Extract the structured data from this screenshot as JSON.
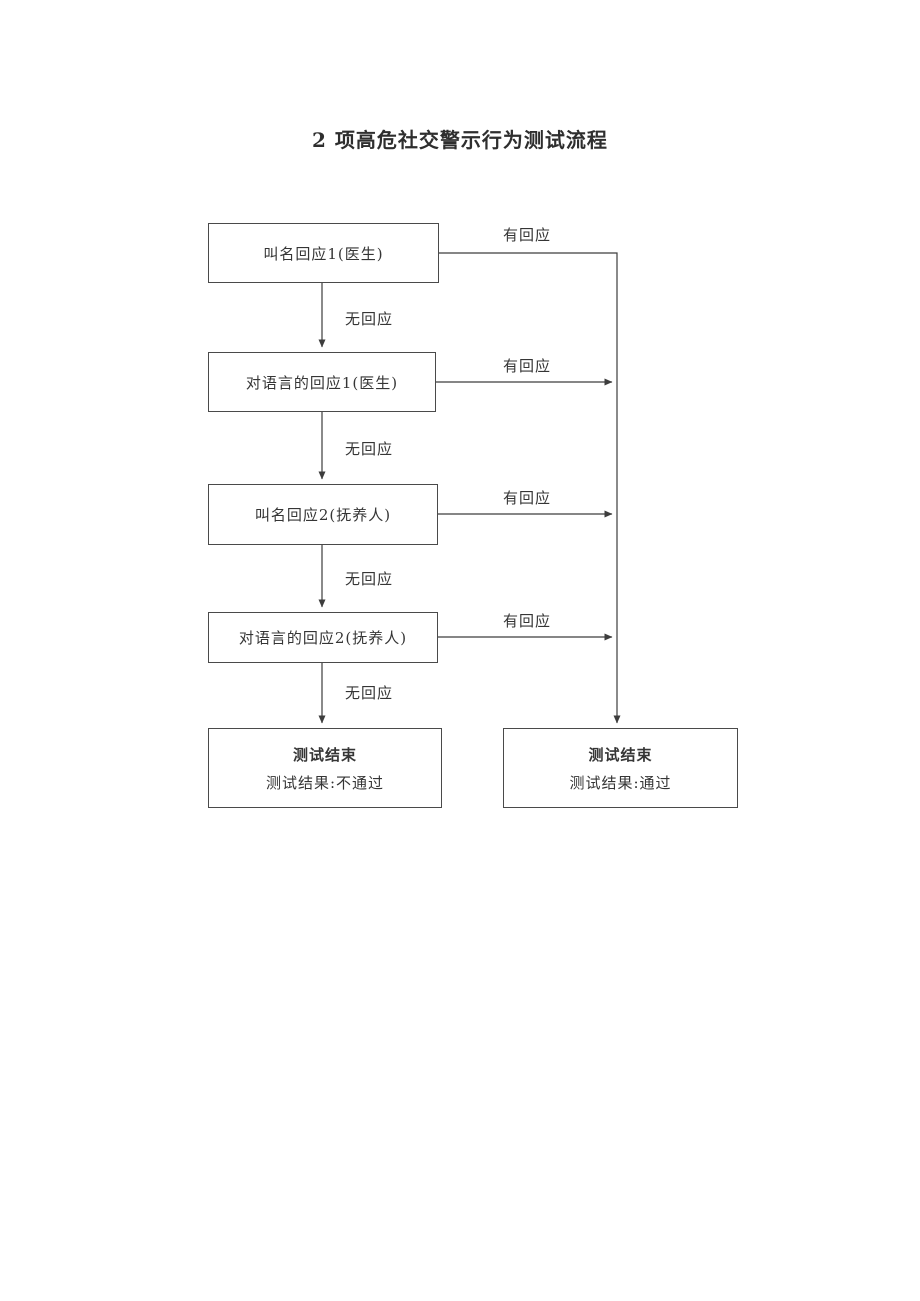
{
  "page": {
    "title": "2 项高危社交警示行为测试流程"
  },
  "flowchart": {
    "steps": [
      {
        "label": "叫名回应1(医生)"
      },
      {
        "label": "对语言的回应1(医生)"
      },
      {
        "label": "叫名回应2(抚养人)"
      },
      {
        "label": "对语言的回应2(抚养人)"
      }
    ],
    "ends": [
      {
        "title": "测试结束",
        "result": "测试结果:不通过"
      },
      {
        "title": "测试结束",
        "result": "测试结果:通过"
      }
    ],
    "edge_labels": {
      "no_response": "无回应",
      "has_response": "有回应"
    },
    "colors": {
      "line": "#3d3d3d",
      "border": "#4a4a4a",
      "text": "#353535"
    }
  }
}
